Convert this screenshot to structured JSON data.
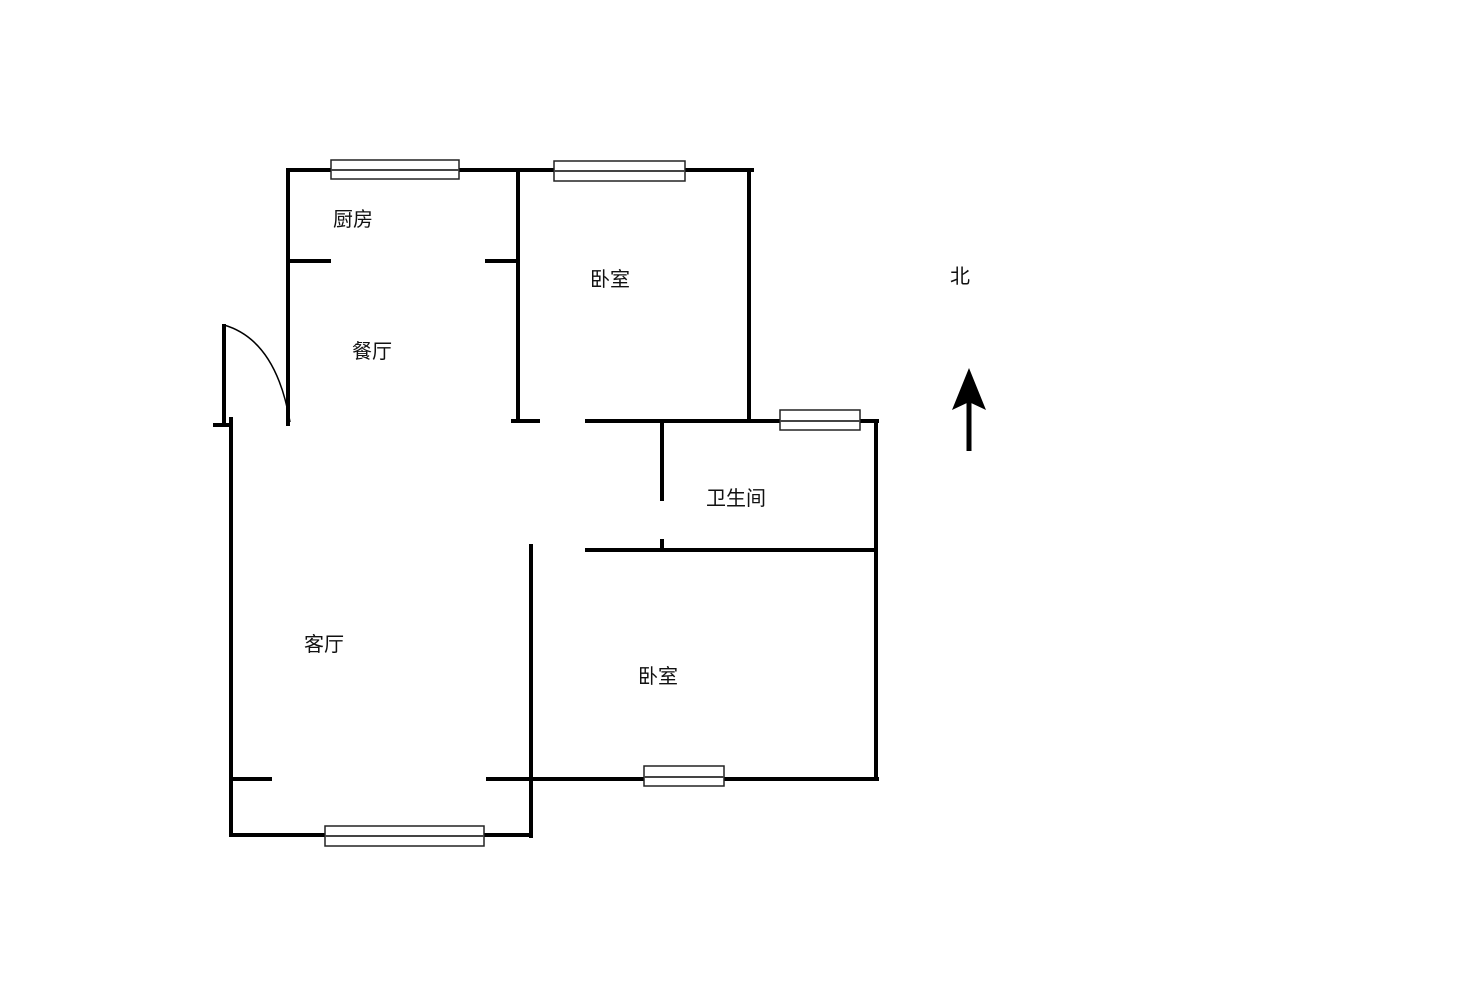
{
  "rooms": {
    "kitchen": "厨房",
    "dining": "餐厅",
    "bedroom_north": "卧室",
    "bathroom": "卫生间",
    "living": "客厅",
    "bedroom_south": "卧室"
  },
  "compass": {
    "label": "北",
    "icon": "north-arrow-icon"
  },
  "colors": {
    "wall": "#000000",
    "background": "#ffffff"
  }
}
